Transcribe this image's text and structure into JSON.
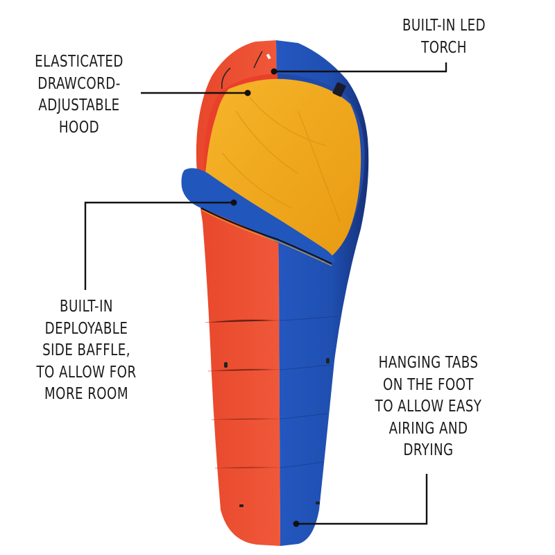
{
  "image": {
    "subject": "mummy sleeping bag with annotated features",
    "colors": {
      "background": "#ffffff",
      "shell_left": "#ea4a2e",
      "shell_right": "#1f4fb0",
      "lining": "#f2a81d",
      "leader_line": "#111111",
      "text": "#1a1a1a"
    }
  },
  "callouts": [
    {
      "id": "hood",
      "lines": [
        "ELASTICATED",
        "DRAWCORD-",
        "ADJUSTABLE",
        "HOOD"
      ]
    },
    {
      "id": "torch",
      "lines": [
        "BUILT-IN LED",
        "TORCH"
      ]
    },
    {
      "id": "baffle",
      "lines": [
        "BUILT-IN",
        "DEPLOYABLE",
        "SIDE BAFFLE,",
        "TO ALLOW FOR",
        "MORE ROOM"
      ]
    },
    {
      "id": "tabs",
      "lines": [
        "HANGING TABS",
        "ON THE FOOT",
        "TO ALLOW EASY",
        "AIRING AND",
        "DRYING"
      ]
    }
  ]
}
